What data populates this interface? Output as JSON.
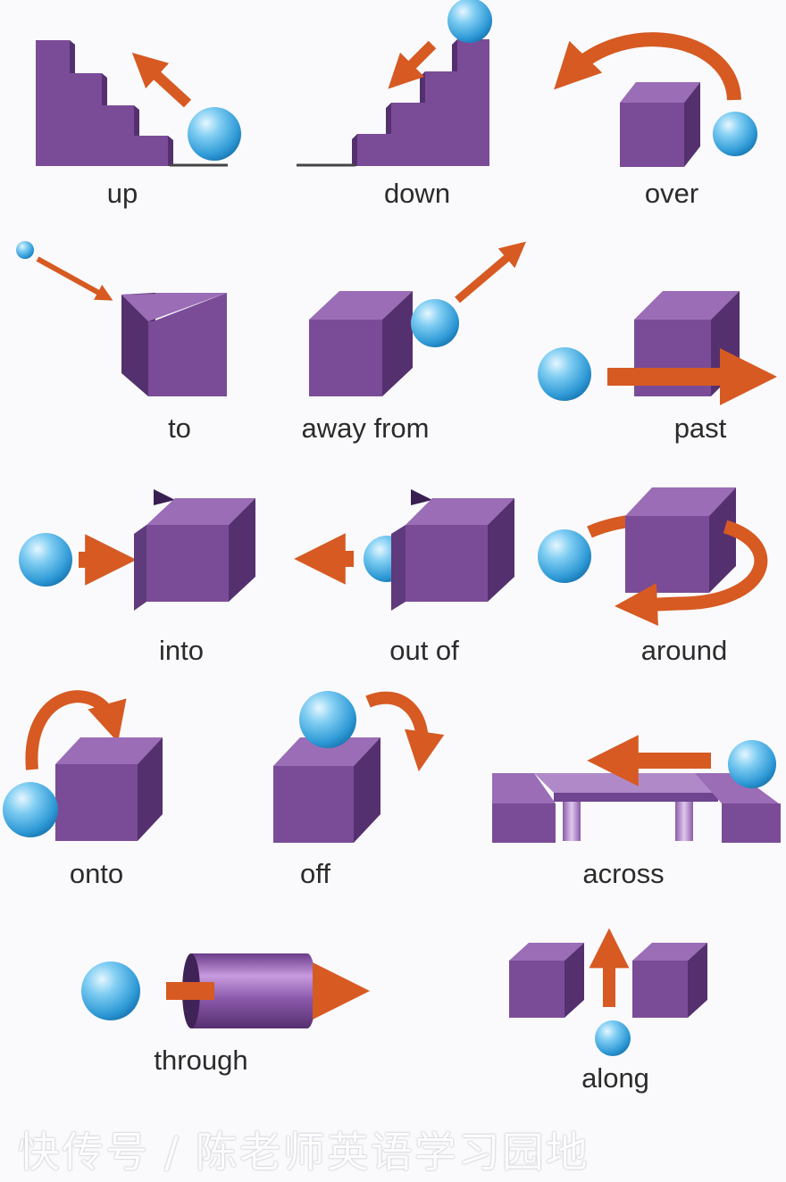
{
  "colors": {
    "cube_front": "#7a4c97",
    "cube_top": "#9a6db6",
    "cube_side": "#55306f",
    "arrow": "#d65a22",
    "ball": "#2e9ad6",
    "label_text": "#2b2b2b"
  },
  "panels": [
    {
      "id": "up",
      "label": "up"
    },
    {
      "id": "down",
      "label": "down"
    },
    {
      "id": "over",
      "label": "over"
    },
    {
      "id": "to",
      "label": "to"
    },
    {
      "id": "away-from",
      "label": "away from"
    },
    {
      "id": "past",
      "label": "past"
    },
    {
      "id": "into",
      "label": "into"
    },
    {
      "id": "out-of",
      "label": "out of"
    },
    {
      "id": "around",
      "label": "around"
    },
    {
      "id": "onto",
      "label": "onto"
    },
    {
      "id": "off",
      "label": "off"
    },
    {
      "id": "across",
      "label": "across"
    },
    {
      "id": "through",
      "label": "through"
    },
    {
      "id": "along",
      "label": "along"
    }
  ],
  "watermark": "快传号 / 陈老师英语学习园地"
}
